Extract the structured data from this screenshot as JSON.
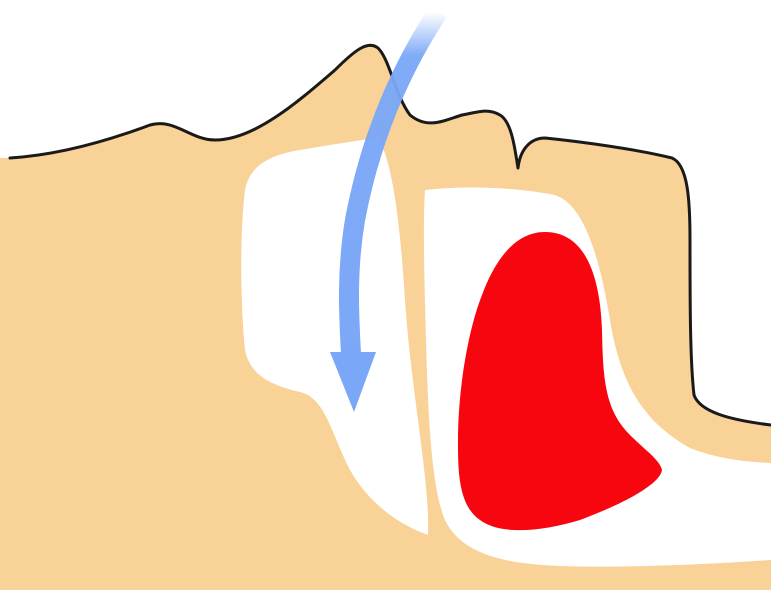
{
  "diagram": {
    "colors": {
      "skin": "#F8D296",
      "outline": "#1a1a1a",
      "airway": "#FFFFFF",
      "tongue": "#F80610",
      "airflow_arrow": "#7AA7F7"
    },
    "parts": [
      "face-profile",
      "nasal-passage",
      "oral-cavity",
      "tongue",
      "airflow-arrow"
    ]
  }
}
